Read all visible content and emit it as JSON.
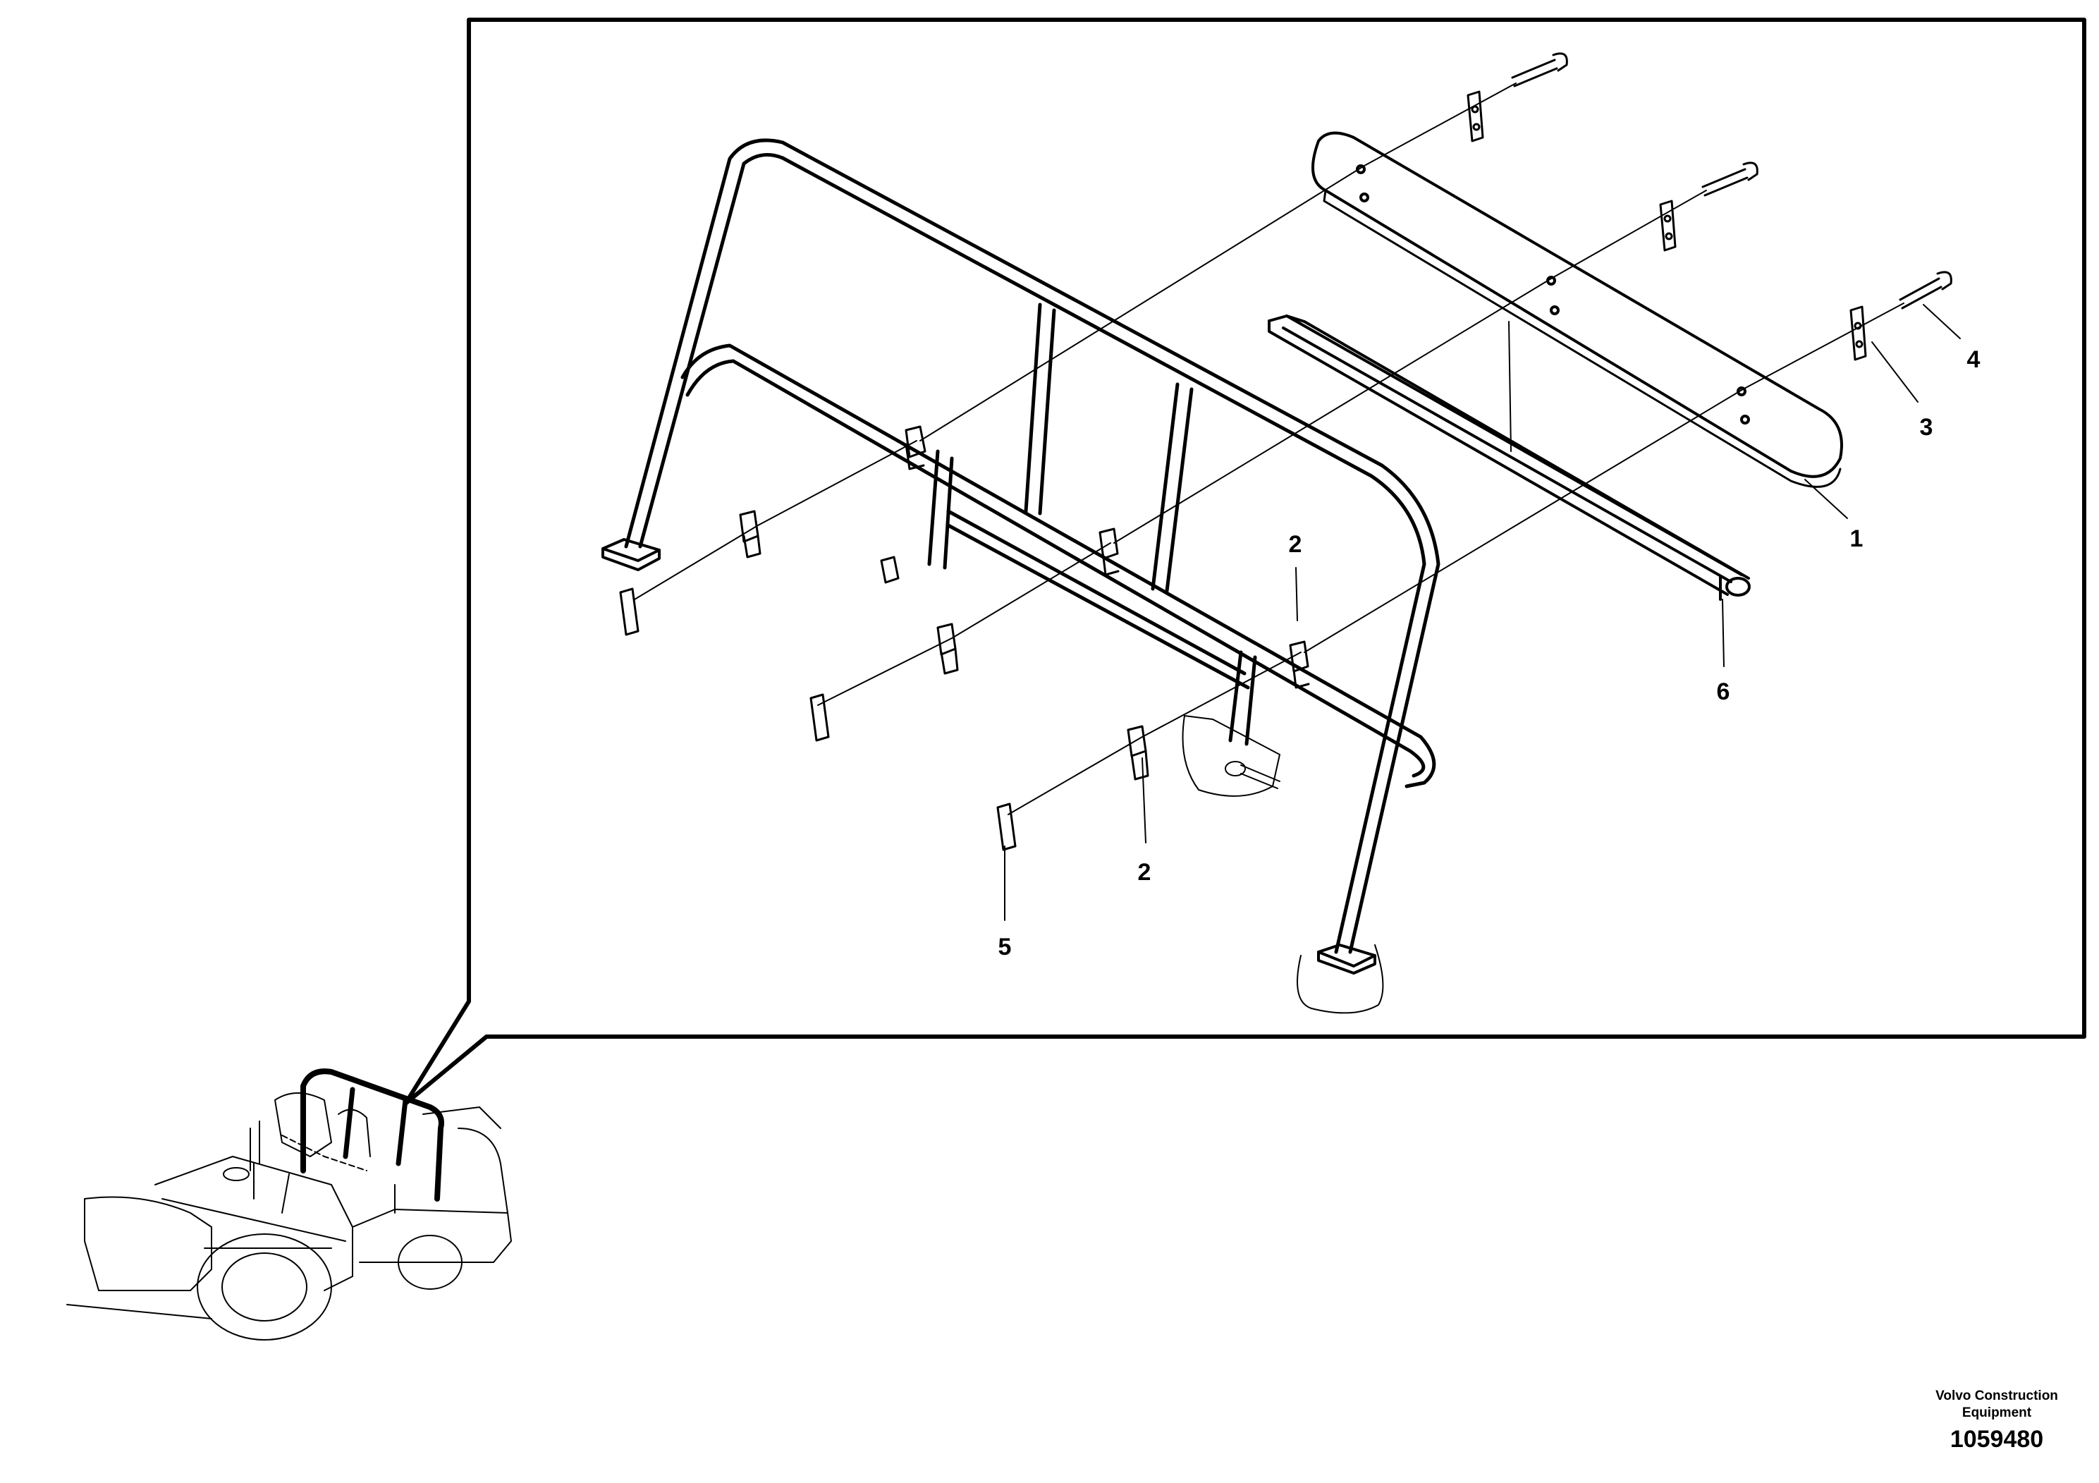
{
  "diagram": {
    "callouts": [
      {
        "id": "callout-1",
        "label": "1"
      },
      {
        "id": "callout-2-upper",
        "label": "2"
      },
      {
        "id": "callout-2-lower",
        "label": "2"
      },
      {
        "id": "callout-3",
        "label": "3"
      },
      {
        "id": "callout-4",
        "label": "4"
      },
      {
        "id": "callout-5",
        "label": "5"
      },
      {
        "id": "callout-6",
        "label": "6"
      }
    ],
    "brand_line1": "Volvo Construction",
    "brand_line2": "Equipment",
    "document_number": "1059480"
  }
}
